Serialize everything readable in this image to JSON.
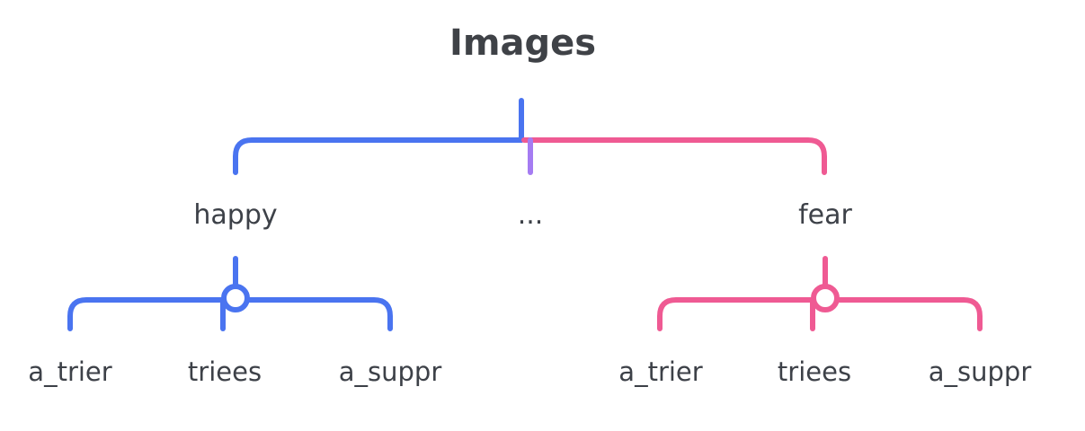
{
  "title": "Images",
  "colors": {
    "left": "#4a74f0",
    "right": "#ef5a93",
    "middle": "#a57cf2",
    "text": "#3d4148"
  },
  "categories": [
    {
      "label": "happy",
      "children": [
        "a_trier",
        "triees",
        "a_suppr"
      ]
    },
    {
      "label": "..."
    },
    {
      "label": "fear",
      "children": [
        "a_trier",
        "triees",
        "a_suppr"
      ]
    }
  ]
}
